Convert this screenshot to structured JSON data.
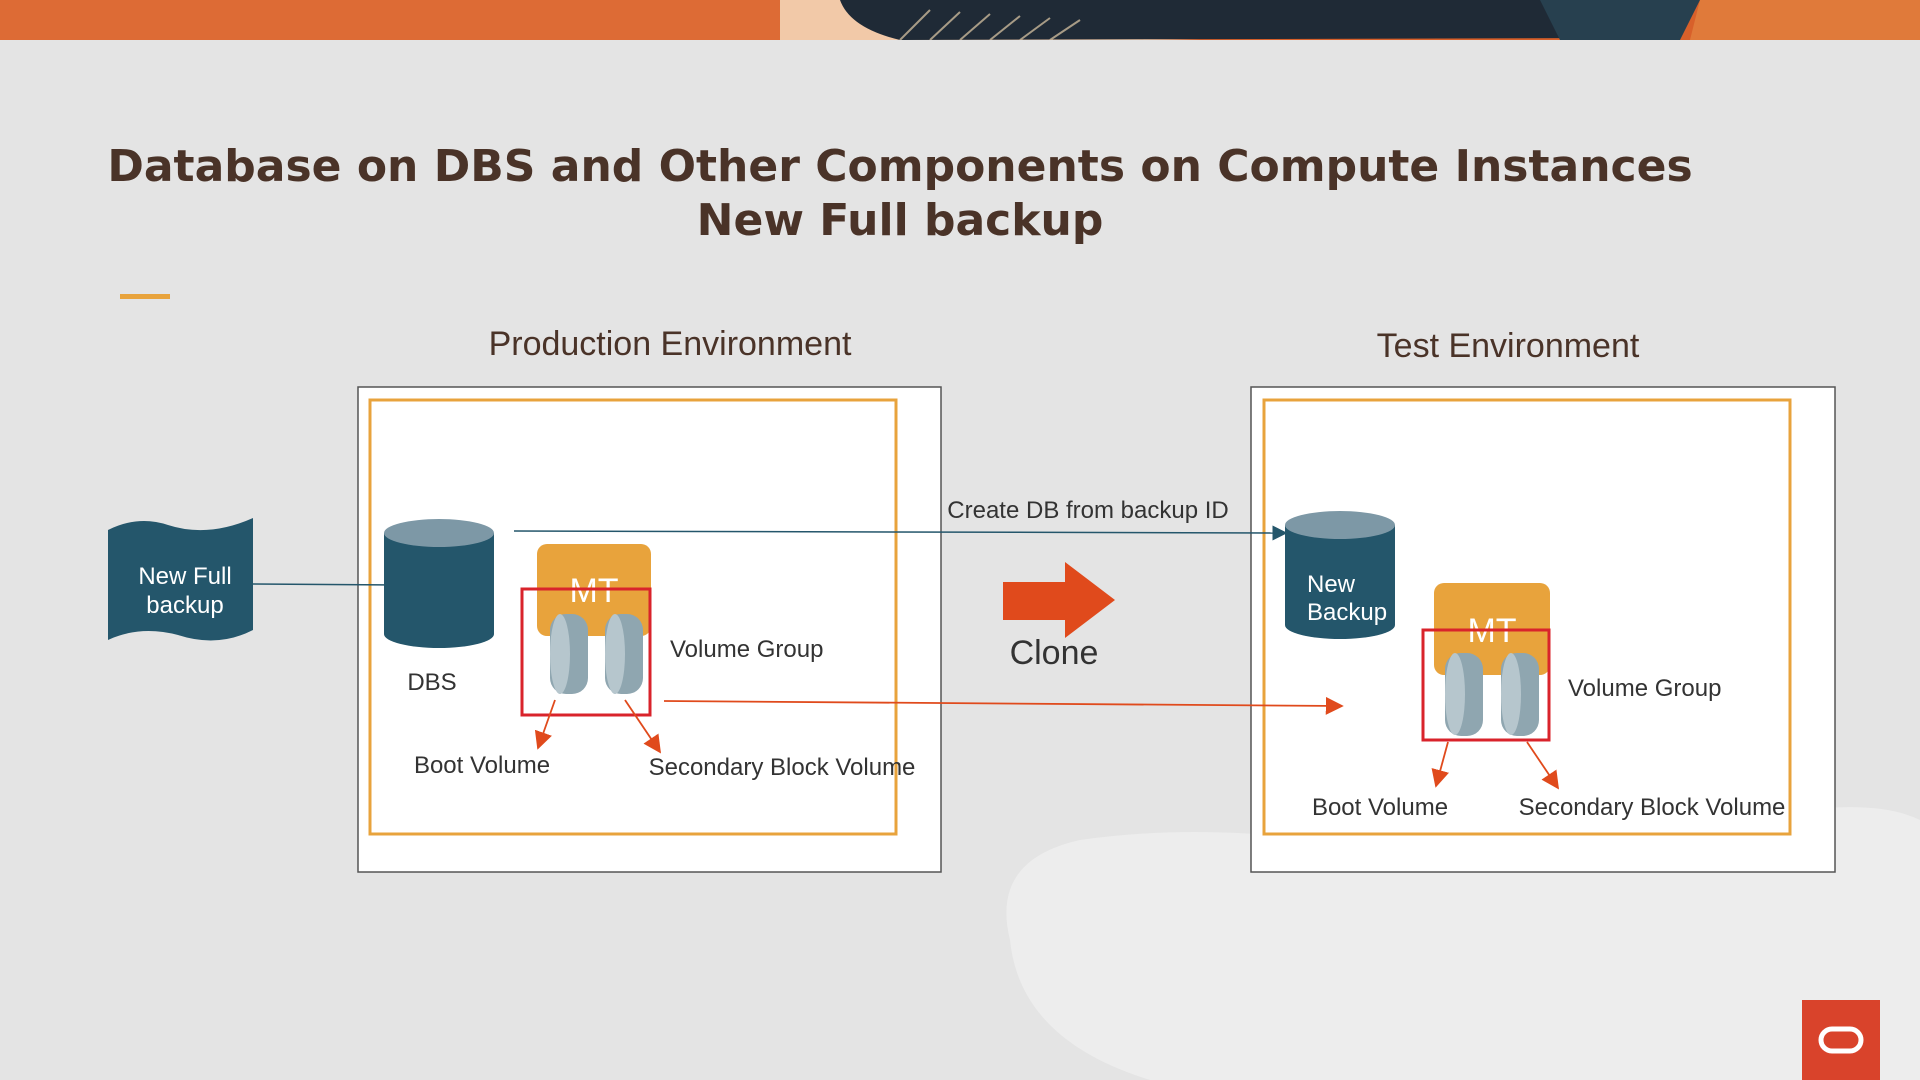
{
  "slide": {
    "title_line1": "Database on  DBS and Other Components on Compute Instances",
    "title_line2": "New Full backup"
  },
  "production": {
    "heading": "Production Environment",
    "dbs_label": "DBS",
    "mt_label": "MT",
    "volume_group_label": "Volume Group",
    "boot_volume_label": "Boot Volume",
    "secondary_volume_label": "Secondary Block Volume"
  },
  "test": {
    "heading": "Test Environment",
    "new_backup_label_line1": "New",
    "new_backup_label_line2": "Backup",
    "mt_label": "MT",
    "volume_group_label": "Volume Group",
    "boot_volume_label": "Boot Volume",
    "secondary_volume_label": "Secondary Block Volume"
  },
  "backup_source": {
    "label_line1": "New Full",
    "label_line2": "backup"
  },
  "connectors": {
    "create_db_label": "Create DB from backup ID",
    "clone_label": "Clone"
  },
  "colors": {
    "accent_orange": "#e8a33c",
    "teal_db": "#24566b",
    "red_outline": "#d9232b",
    "clone_arrow": "#e04a1c",
    "title_brown": "#4a3328",
    "oracle_red": "#d9432b"
  },
  "icons": {
    "db_cylinder": "database-cylinder-icon",
    "disk": "disk-icon",
    "clone_arrow": "right-arrow-icon",
    "oracle_logo": "oracle-logo-icon"
  }
}
